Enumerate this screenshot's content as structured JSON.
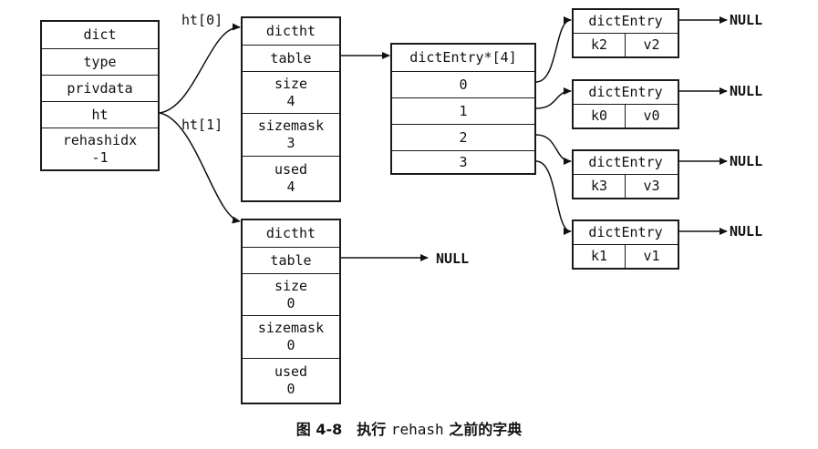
{
  "dict": {
    "fields": [
      "dict",
      "type",
      "privdata",
      "ht"
    ],
    "rehashidx": {
      "name": "rehashidx",
      "value": "-1"
    }
  },
  "edge_labels": {
    "ht0": "ht[0]",
    "ht1": "ht[1]"
  },
  "ht0": {
    "title": "dictht",
    "table": "table",
    "size": {
      "name": "size",
      "value": "4"
    },
    "sizemask": {
      "name": "sizemask",
      "value": "3"
    },
    "used": {
      "name": "used",
      "value": "4"
    }
  },
  "ht1": {
    "title": "dictht",
    "table": "table",
    "table_target": "NULL",
    "size": {
      "name": "size",
      "value": "0"
    },
    "sizemask": {
      "name": "sizemask",
      "value": "0"
    },
    "used": {
      "name": "used",
      "value": "0"
    }
  },
  "table_array": {
    "header": "dictEntry*[4]",
    "indices": [
      "0",
      "1",
      "2",
      "3"
    ]
  },
  "entries": [
    {
      "title": "dictEntry",
      "key": "k2",
      "value": "v2",
      "next": "NULL"
    },
    {
      "title": "dictEntry",
      "key": "k0",
      "value": "v0",
      "next": "NULL"
    },
    {
      "title": "dictEntry",
      "key": "k3",
      "value": "v3",
      "next": "NULL"
    },
    {
      "title": "dictEntry",
      "key": "k1",
      "value": "v1",
      "next": "NULL"
    }
  ],
  "caption": {
    "prefix": "图 4-8　执行 ",
    "code": "rehash",
    "suffix": " 之前的字典"
  }
}
